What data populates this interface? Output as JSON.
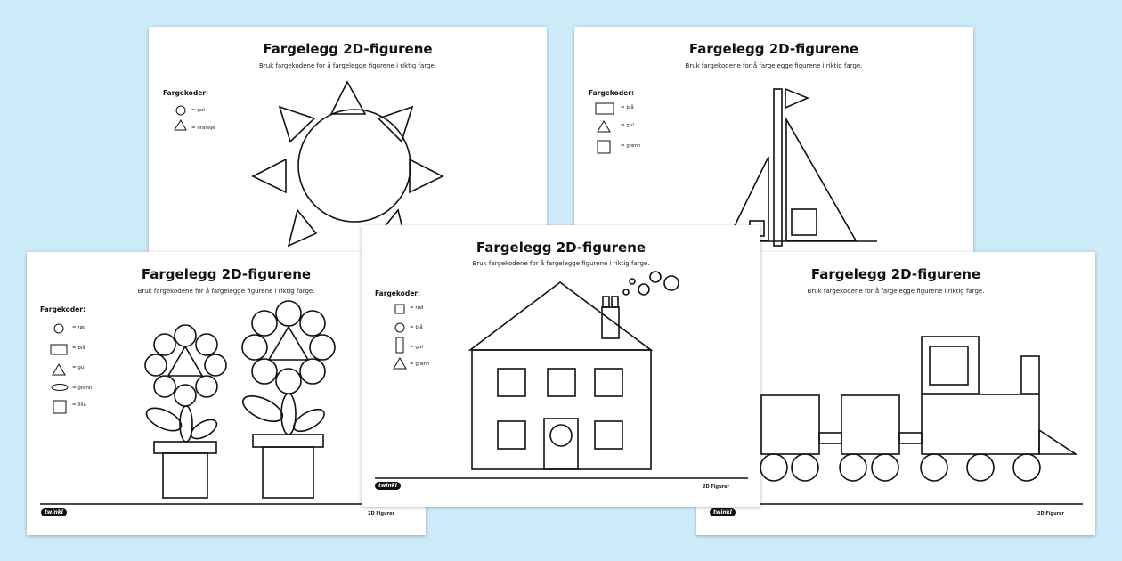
{
  "title": "Fargelegg 2D-figurene",
  "subtitle": "Bruk fargekodene for å fargelegge figurene i riktig farge.",
  "key_heading": "Fargekoder:",
  "brand": "twinkl",
  "footer_note": "2D Figurer",
  "sun_key": [
    {
      "shape": "circle",
      "text": "= gul"
    },
    {
      "shape": "triangle",
      "text": "= oransje"
    }
  ],
  "boat_key": [
    {
      "shape": "rectangle",
      "text": "= blå"
    },
    {
      "shape": "triangle",
      "text": "= gul"
    },
    {
      "shape": "square",
      "text": "= grønn"
    }
  ],
  "flower_key": [
    {
      "shape": "circle",
      "text": "= rød"
    },
    {
      "shape": "rectangle",
      "text": "= blå"
    },
    {
      "shape": "triangle",
      "text": "= gul"
    },
    {
      "shape": "oval",
      "text": "= grønn"
    },
    {
      "shape": "square",
      "text": "= lilla"
    }
  ],
  "house_key": [
    {
      "shape": "square",
      "text": "= rød"
    },
    {
      "shape": "circle",
      "text": "= blå"
    },
    {
      "shape": "rectangle",
      "text": "= gul"
    },
    {
      "shape": "triangle",
      "text": "= grønn"
    }
  ]
}
